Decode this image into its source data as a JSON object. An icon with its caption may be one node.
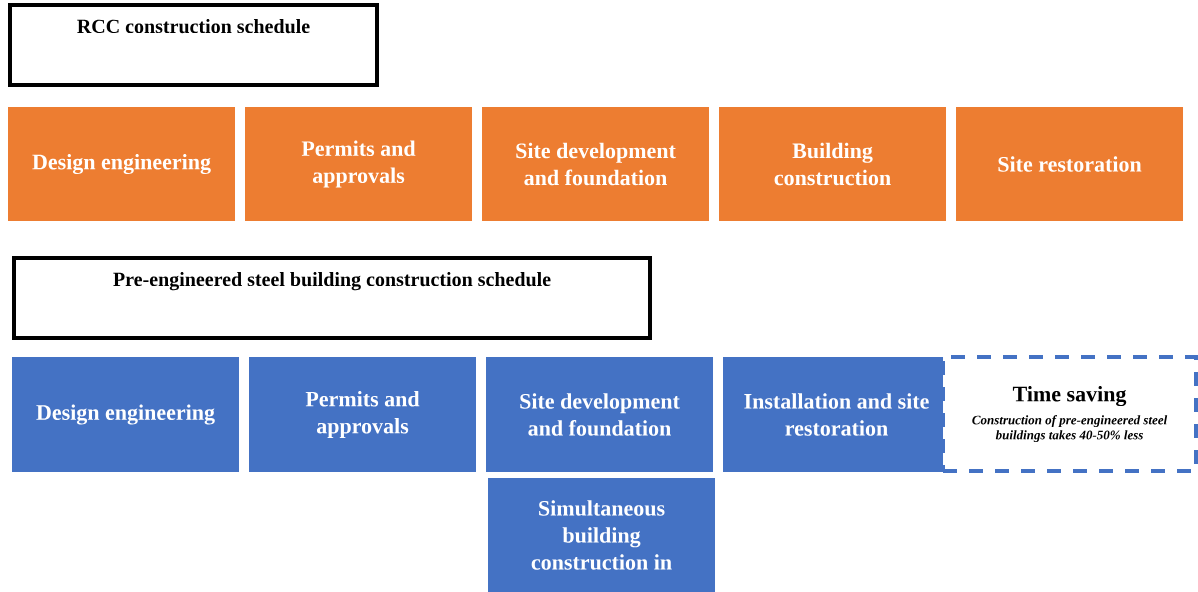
{
  "diagram": {
    "nodes": [
      {
        "text": [
          "RCC construction schedule"
        ]
      },
      {
        "text": [
          "Design engineering"
        ]
      },
      {
        "text": [
          "Permits and approvals"
        ]
      },
      {
        "text": [
          "Site development and foundation"
        ]
      },
      {
        "text": [
          "Building construction"
        ]
      },
      {
        "text": [
          "Site restoration"
        ]
      },
      {
        "text": [
          "Pre-engineered steel building construction schedule"
        ]
      },
      {
        "text": [
          "Design engineering"
        ]
      },
      {
        "text": [
          "Permits and approvals"
        ]
      },
      {
        "text": [
          "Site development and foundation"
        ]
      },
      {
        "text": [
          "Installation and site restoration"
        ]
      },
      {
        "text": [
          "Time saving",
          "Construction of pre-engineered steel buildings takes 40-50% less"
        ]
      },
      {
        "text": [
          "Simultaneous building construction in"
        ]
      }
    ]
  }
}
